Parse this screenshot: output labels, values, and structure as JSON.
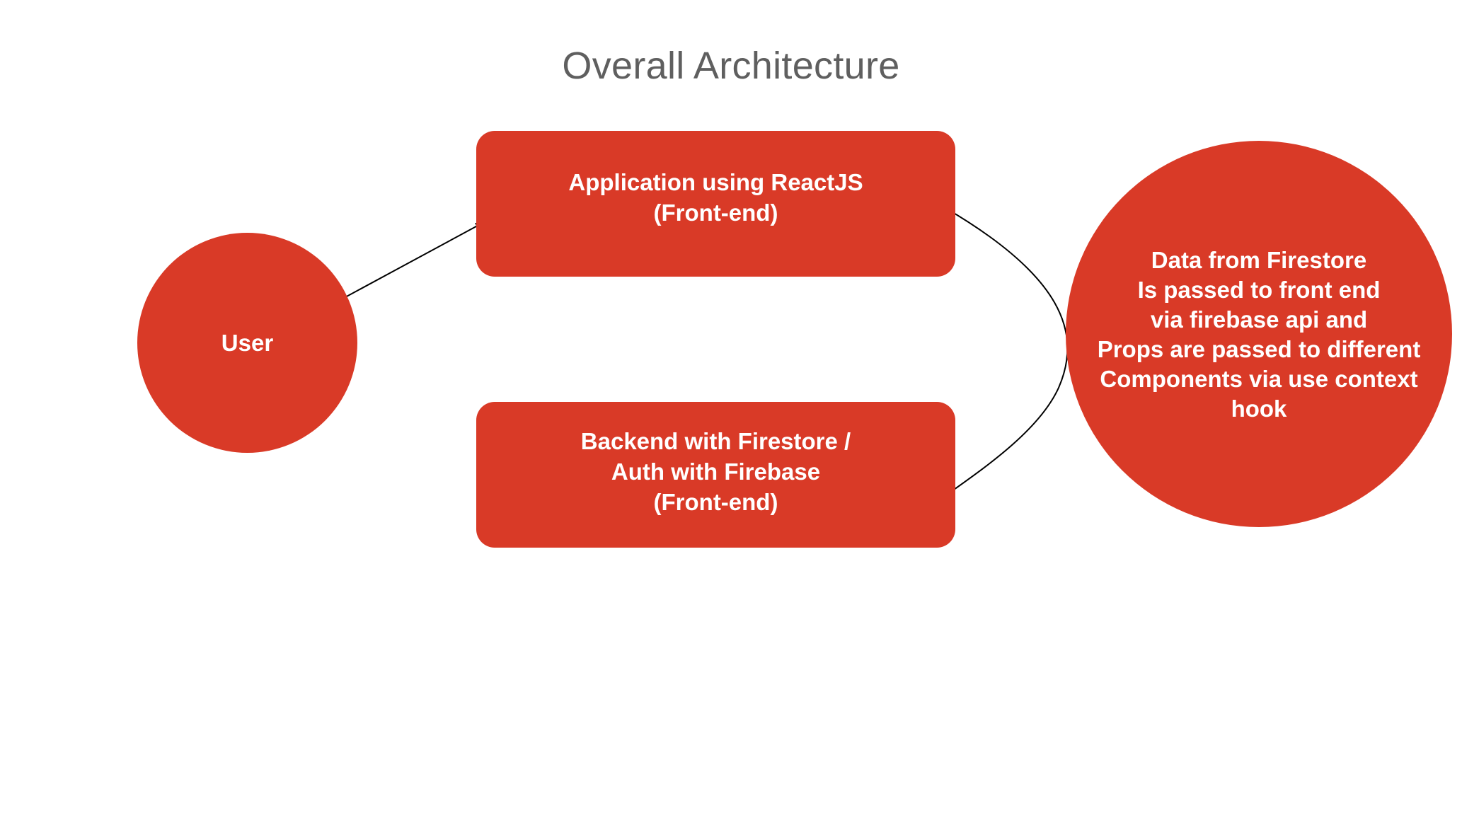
{
  "diagram": {
    "title": "Overall Architecture",
    "nodes": {
      "user": {
        "label": "User"
      },
      "app": {
        "lines": [
          "Application using ReactJS",
          "(Front-end)"
        ]
      },
      "backend": {
        "lines": [
          "Backend with Firestore /",
          "Auth with Firebase",
          "(Front-end)"
        ]
      },
      "data_note": {
        "lines": [
          "Data from Firestore",
          "Is passed to front end",
          "via firebase api and",
          "Props are passed to different",
          "Components via use context",
          "hook"
        ]
      }
    },
    "edges": [
      {
        "from": "user",
        "to": "app",
        "style": "arrow"
      },
      {
        "from": "app",
        "to": "backend",
        "style": "curve"
      }
    ],
    "colors": {
      "node_fill": "#d93a27",
      "node_text": "#ffffff",
      "title_text": "#5f5f5f",
      "edge": "#000000"
    }
  }
}
